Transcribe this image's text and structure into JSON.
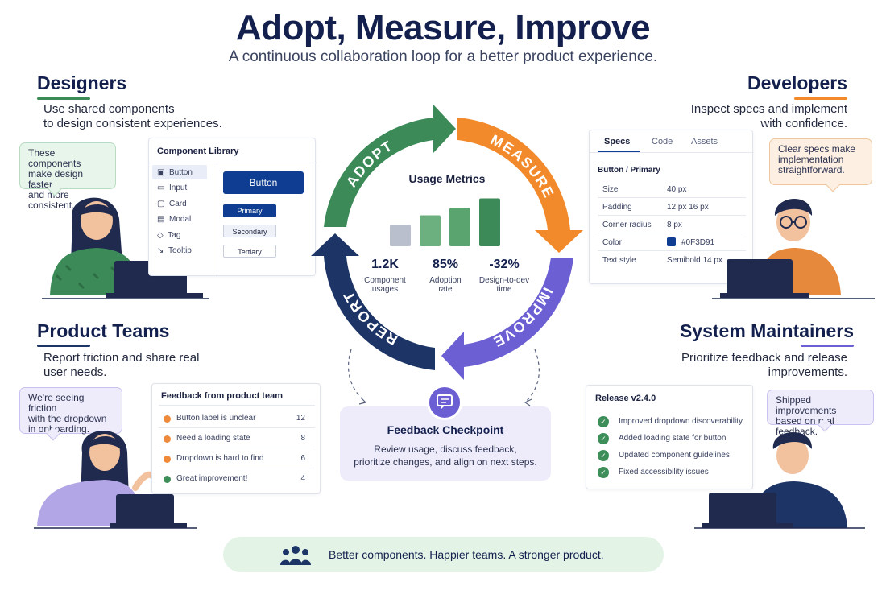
{
  "header": {
    "title": "Adopt, Measure, Improve",
    "subtitle": "A continuous collaboration loop for a better product experience."
  },
  "colors": {
    "navy": "#13204e",
    "green": "#3b8a57",
    "orange": "#f28a2c",
    "purple": "#6b5fd3",
    "dark_navy": "#1d3566",
    "footer_bg": "#e3f3e6"
  },
  "designers": {
    "title": "Designers",
    "description_line1": "Use shared components",
    "description_line2": "to design consistent experiences.",
    "bubble_line1": "These components",
    "bubble_line2": "make design faster",
    "bubble_line3": "and more consistent.",
    "library": {
      "title": "Component Library",
      "items": [
        "Button",
        "Input",
        "Card",
        "Modal",
        "Tag",
        "Tooltip"
      ],
      "preview_primary_large": "Button",
      "preview_primary": "Primary",
      "preview_secondary": "Secondary",
      "preview_tertiary": "Tertiary"
    }
  },
  "developers": {
    "title": "Developers",
    "description_line1": "Inspect specs and implement",
    "description_line2": "with confidence.",
    "bubble_line1": "Clear specs make",
    "bubble_line2": "implementation",
    "bubble_line3": "straightforward.",
    "tabs": [
      "Specs",
      "Code",
      "Assets"
    ],
    "spec_title": "Button / Primary",
    "specs": [
      {
        "label": "Size",
        "value": "40 px"
      },
      {
        "label": "Padding",
        "value": "12 px 16 px"
      },
      {
        "label": "Corner radius",
        "value": "8 px"
      },
      {
        "label": "Color",
        "value": "#0F3D91"
      },
      {
        "label": "Text style",
        "value": "Semibold  14 px"
      }
    ]
  },
  "product_teams": {
    "title": "Product Teams",
    "description_line1": "Report friction and share real",
    "description_line2": "user needs.",
    "bubble_line1": "We're seeing friction",
    "bubble_line2": "with the dropdown",
    "bubble_line3": "in onboarding.",
    "feedback_title": "Feedback from product team",
    "feedback": [
      {
        "label": "Button label is unclear",
        "count": "12",
        "color": "#ef8a3a"
      },
      {
        "label": "Need a loading state",
        "count": "8",
        "color": "#ef8a3a"
      },
      {
        "label": "Dropdown is hard to find",
        "count": "6",
        "color": "#ef8a3a"
      },
      {
        "label": "Great improvement!",
        "count": "4",
        "color": "#3e8e5a"
      }
    ]
  },
  "maintainers": {
    "title": "System Maintainers",
    "description_line1": "Prioritize feedback and release",
    "description_line2": "improvements.",
    "bubble_line1": "Shipped improvements",
    "bubble_line2": "based on real feedback.",
    "release_title": "Release v2.4.0",
    "release_items": [
      "Improved dropdown discoverability",
      "Added loading state for button",
      "Updated component guidelines",
      "Fixed accessibility issues"
    ]
  },
  "loop": {
    "adopt": "ADOPT",
    "measure": "MEASURE",
    "improve": "IMPROVE",
    "report": "REPORT",
    "metrics_title": "Usage Metrics",
    "bars": [
      0.38,
      0.55,
      0.68,
      0.85
    ],
    "stats": [
      {
        "value": "1.2K",
        "label_line1": "Component",
        "label_line2": "usages"
      },
      {
        "value": "85%",
        "label_line1": "Adoption",
        "label_line2": "rate"
      },
      {
        "value": "-32%",
        "label_line1": "Design-to-dev",
        "label_line2": "time"
      }
    ]
  },
  "checkpoint": {
    "title": "Feedback Checkpoint",
    "line1": "Review usage, discuss feedback,",
    "line2": "prioritize changes, and align on next steps."
  },
  "footer": {
    "text": "Better components. Happier teams. A stronger product."
  }
}
